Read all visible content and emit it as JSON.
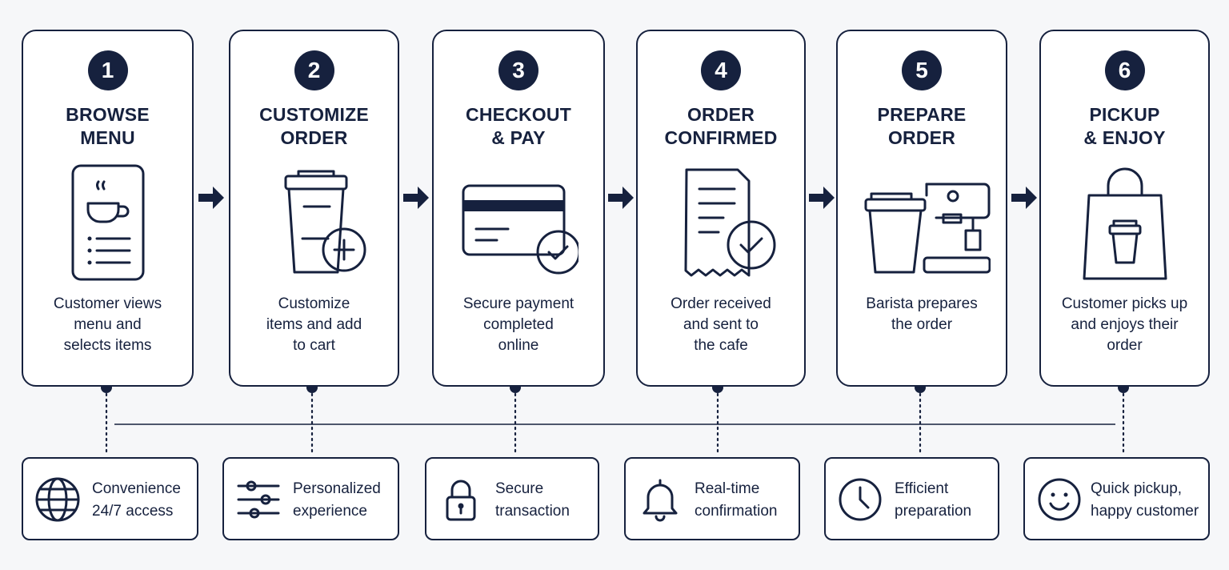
{
  "steps": [
    {
      "number": "1",
      "title": [
        "BROWSE",
        "MENU"
      ],
      "icon": "phone-menu-icon",
      "description": [
        "Customer views",
        "menu and",
        "selects items"
      ]
    },
    {
      "number": "2",
      "title": [
        "CUSTOMIZE",
        "ORDER"
      ],
      "icon": "cup-add-icon",
      "description": [
        "Customize",
        "items and add",
        "to cart"
      ]
    },
    {
      "number": "3",
      "title": [
        "CHECKOUT",
        "& PAY"
      ],
      "icon": "credit-card-check-icon",
      "description": [
        "Secure payment",
        "completed",
        "online"
      ]
    },
    {
      "number": "4",
      "title": [
        "ORDER",
        "CONFIRMED"
      ],
      "icon": "receipt-check-icon",
      "description": [
        "Order received",
        "and sent to",
        "the cafe"
      ]
    },
    {
      "number": "5",
      "title": [
        "PREPARE",
        "ORDER"
      ],
      "icon": "espresso-machine-icon",
      "description": [
        "Barista prepares",
        "the order"
      ]
    },
    {
      "number": "6",
      "title": [
        "PICKUP",
        "& ENJOY"
      ],
      "icon": "shopping-bag-icon",
      "description": [
        "Customer picks up",
        "and enjoys their",
        "order"
      ]
    }
  ],
  "benefits": [
    {
      "icon": "globe-icon",
      "text": [
        "Convenience",
        "24/7 access"
      ]
    },
    {
      "icon": "sliders-icon",
      "text": [
        "Personalized",
        "experience"
      ]
    },
    {
      "icon": "padlock-icon",
      "text": [
        "Secure",
        "transaction"
      ]
    },
    {
      "icon": "bell-icon",
      "text": [
        "Real-time",
        "confirmation"
      ]
    },
    {
      "icon": "clock-icon",
      "text": [
        "Efficient",
        "preparation"
      ]
    },
    {
      "icon": "smiley-icon",
      "text": [
        "Quick pickup,",
        "happy customer"
      ]
    }
  ],
  "colors": {
    "primary": "#16213e",
    "card_background": "#ffffff",
    "page_background": "#f6f7f9"
  }
}
